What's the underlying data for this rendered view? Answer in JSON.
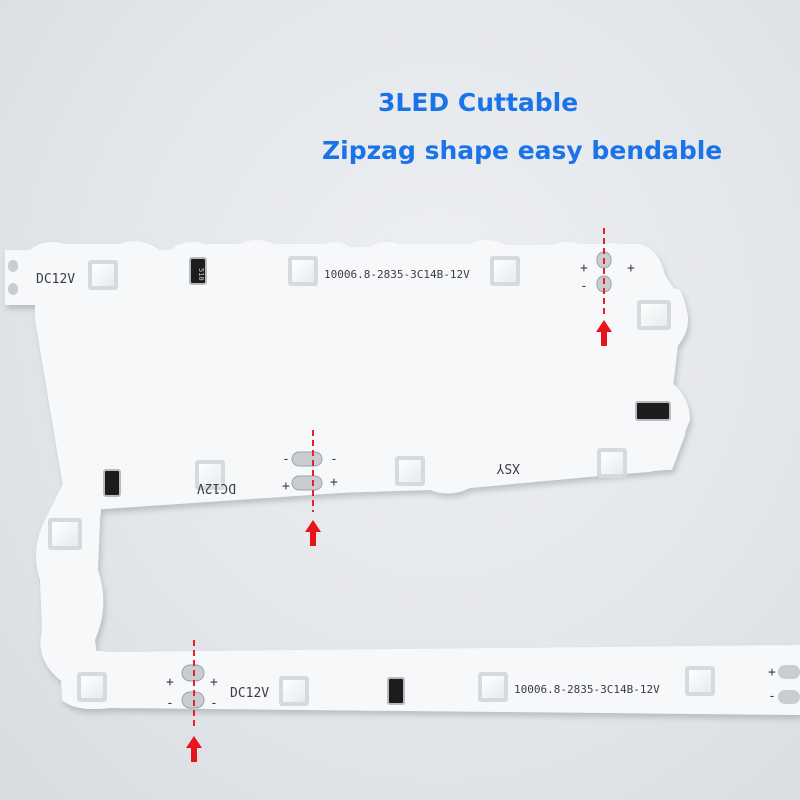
{
  "headline": {
    "line1": "3LED Cuttable",
    "line2": "Zipzag shape easy bendable"
  },
  "strip": {
    "voltage_label": "DC12V",
    "part_number": "10006.8-2835-3C14B-12V",
    "brand_mark": "XSY",
    "resistor_code": "510",
    "plus_sign": "+",
    "minus_sign": "-"
  },
  "colors": {
    "headline": "#1a73e8",
    "pcb": "#f7f8f9",
    "cut_line": "#e8202a",
    "arrow": "#e8141c",
    "pad": "#c9ccd0"
  }
}
